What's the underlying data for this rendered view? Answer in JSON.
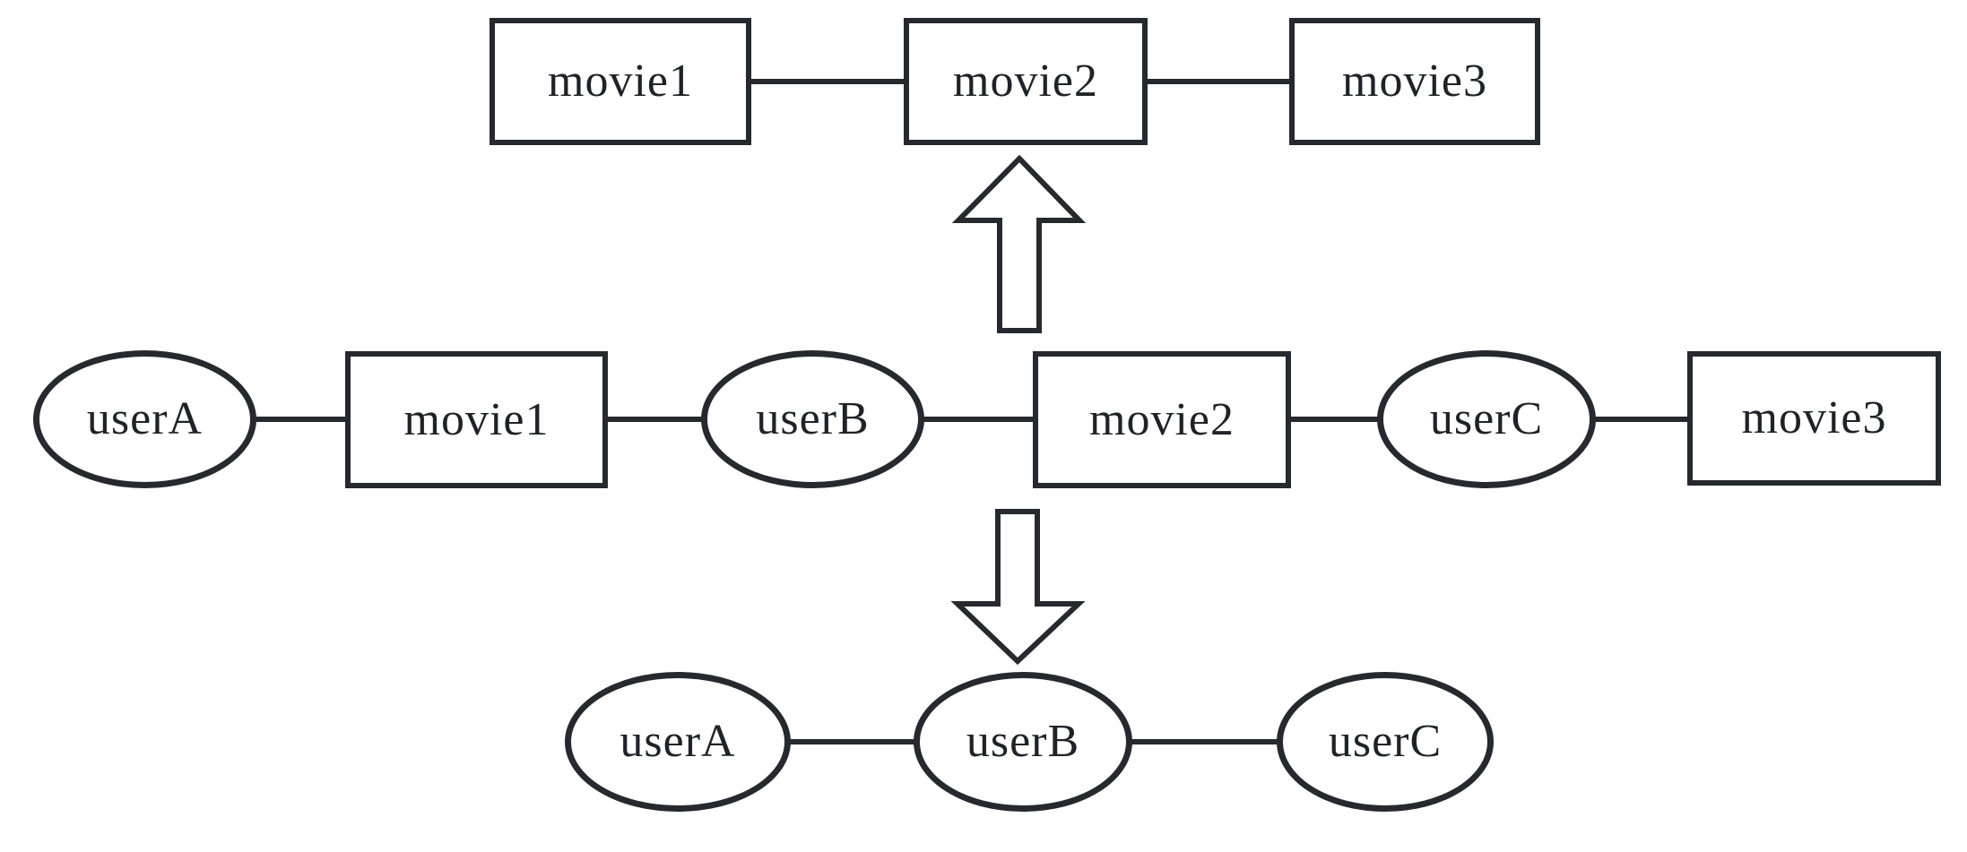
{
  "diagram": {
    "colors": {
      "stroke": "#26292e",
      "node_fill": "#ffffff",
      "background": "#ffffff",
      "text": "#1f2328"
    },
    "top_row": {
      "nodes": [
        "movie1",
        "movie2",
        "movie3"
      ]
    },
    "middle_row": {
      "nodes": [
        "userA",
        "movie1",
        "userB",
        "movie2",
        "userC",
        "movie3"
      ]
    },
    "bottom_row": {
      "nodes": [
        "userA",
        "userB",
        "userC"
      ]
    },
    "icons": {
      "up_arrow": "arrow-up-outline-icon",
      "down_arrow": "arrow-down-outline-icon"
    }
  }
}
